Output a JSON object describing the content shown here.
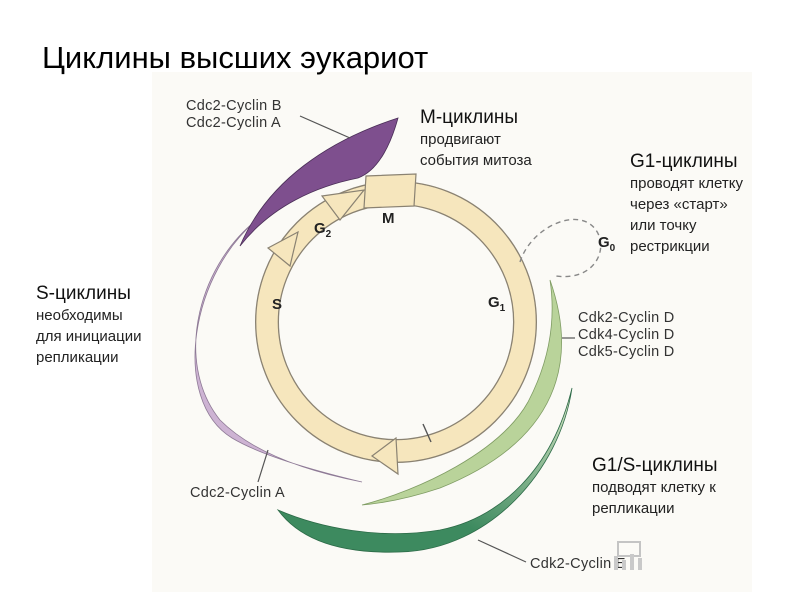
{
  "title": "Циклины высших эукариот",
  "notes": {
    "m": {
      "head": "М-циклины",
      "body": [
        "продвигают",
        "события митоза"
      ]
    },
    "g1": {
      "head": "G1-циклины",
      "body": [
        "проводят клетку",
        "через «старт»",
        "или точку",
        "рестрикции"
      ]
    },
    "s": {
      "head": "S-циклины",
      "body": [
        "необходимы",
        "для инициации",
        "репликации"
      ]
    },
    "g1s": {
      "head": "G1/S-циклины",
      "body": [
        "подводят клетку к",
        "репликации"
      ]
    }
  },
  "complex_labels": {
    "m": [
      "Cdc2-Cyclin B",
      "Cdc2-Cyclin A"
    ],
    "g1": [
      "Cdk2-Cyclin D",
      "Cdk4-Cyclin D",
      "Cdk5-Cyclin D"
    ],
    "s": "Cdc2-Cyclin A",
    "g1s": "Cdk2-Cyclin E"
  },
  "phases": {
    "m": "M",
    "g2": "G",
    "g2_sub": "2",
    "s": "S",
    "g1": "G",
    "g1_sub": "1",
    "g0": "G",
    "g0_sub": "0"
  },
  "colors": {
    "m_cyclin": "#7e4f8e",
    "s_cyclin": "#cdb3d3",
    "g1_cyclin": "#b9d39a",
    "g1s_light": "#dbe7c7",
    "g1s_dark": "#3d8a5f",
    "cycle_band": "#f6e6bd",
    "cycle_outline": "#8a8272"
  }
}
